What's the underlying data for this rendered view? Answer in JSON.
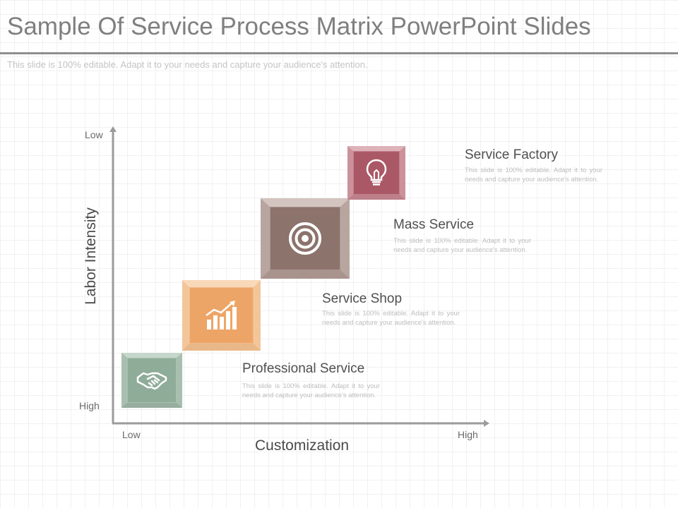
{
  "header": {
    "title": "Sample Of Service Process Matrix PowerPoint Slides",
    "subtitle": "This slide is 100% editable. Adapt it to your needs and capture your audience's attention."
  },
  "axes": {
    "y_label": "Labor Intensity",
    "y_top": "Low",
    "y_bottom": "High",
    "x_label": "Customization",
    "x_left": "Low",
    "x_right": "High"
  },
  "steps": [
    {
      "title": "Professional Service",
      "desc": "This slide is 100% editable. Adapt it to your needs and capture your audience's attention.",
      "icon": "handshake-icon",
      "color": "#8fac99"
    },
    {
      "title": "Service Shop",
      "desc": "This slide is 100% editable. Adapt it to your needs and capture your audience's attention.",
      "icon": "growth-chart-icon",
      "color": "#eda567"
    },
    {
      "title": "Mass Service",
      "desc": "This slide is 100% editable. Adapt it to your needs and capture your audience's attention.",
      "icon": "target-icon",
      "color": "#8c736b"
    },
    {
      "title": "Service Factory",
      "desc": "This slide is 100% editable. Adapt it to your needs and capture your audience's attention.",
      "icon": "lightbulb-icon",
      "color": "#ab5866"
    }
  ]
}
